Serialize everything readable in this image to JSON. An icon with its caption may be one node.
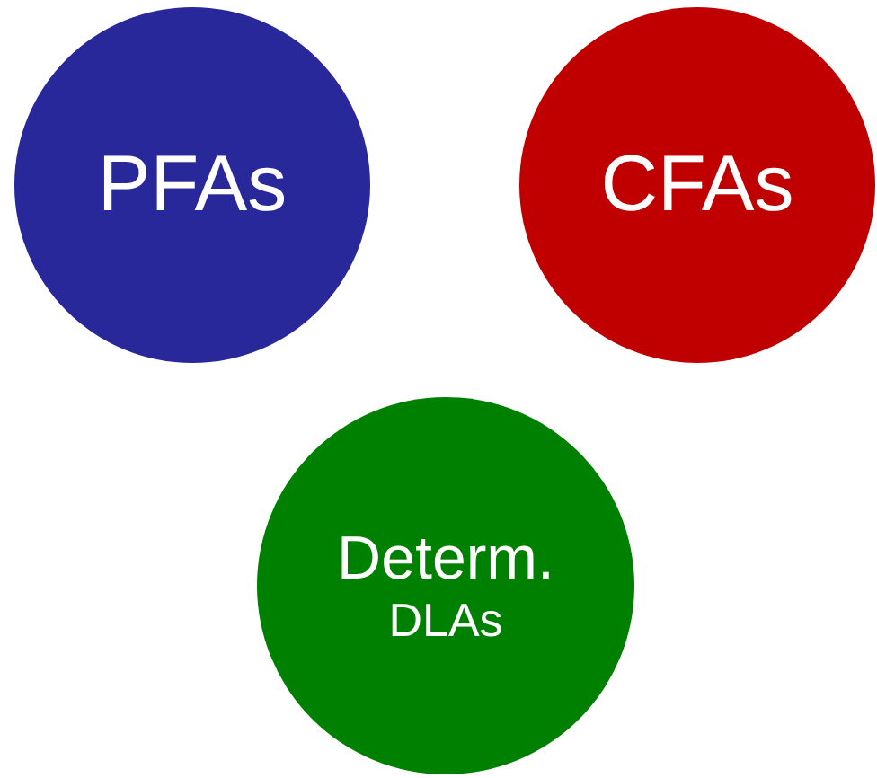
{
  "diagram": {
    "nodes": [
      {
        "text": [
          "PFAs"
        ]
      },
      {
        "text": [
          "CFAs"
        ]
      },
      {
        "text": [
          "Determ.",
          "DLAs"
        ]
      }
    ]
  }
}
